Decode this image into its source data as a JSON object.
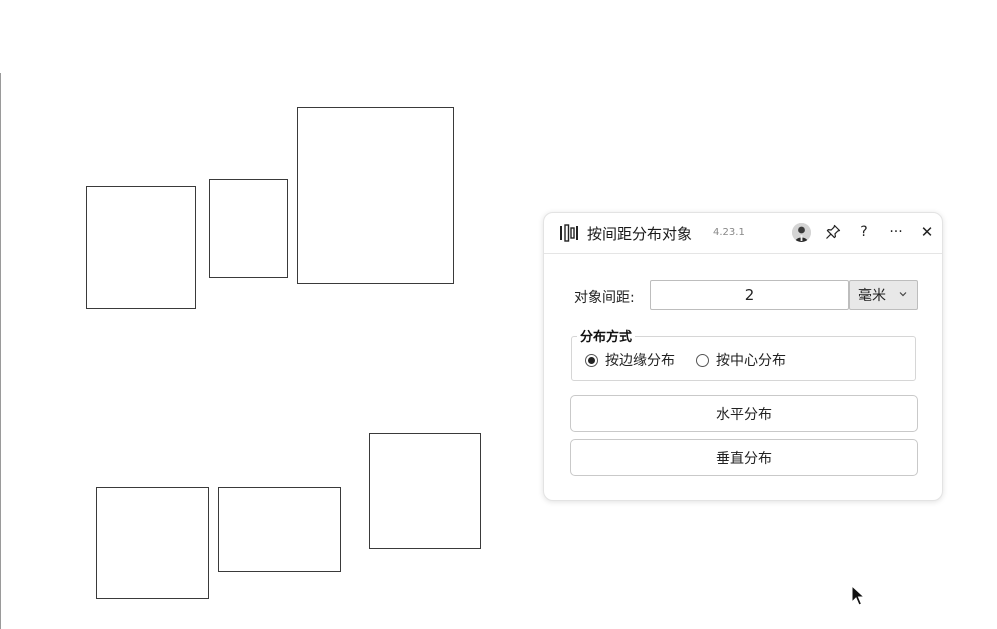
{
  "panel": {
    "title": "按间距分布对象",
    "version": "4.23.1",
    "icons": {
      "app": "distribute-spacing-icon",
      "avatar": "user-avatar",
      "pin": "pin-icon",
      "help": "help-icon",
      "more": "more-icon",
      "close": "close-icon"
    },
    "help_label": "?",
    "more_label": "···",
    "close_label": "✕",
    "gap_label": "对象间距:",
    "gap_value": "2",
    "unit": {
      "selected": "毫米"
    },
    "distribution_group": {
      "title": "分布方式",
      "options": [
        {
          "label": "按边缘分布",
          "selected": true
        },
        {
          "label": "按中心分布",
          "selected": false
        }
      ]
    },
    "buttons": {
      "horizontal": "水平分布",
      "vertical": "垂直分布"
    }
  },
  "colors": {
    "shape_stroke": "#3a3a3a",
    "panel_border": "#e3e3e3",
    "select_bg": "#e8e8e8"
  }
}
